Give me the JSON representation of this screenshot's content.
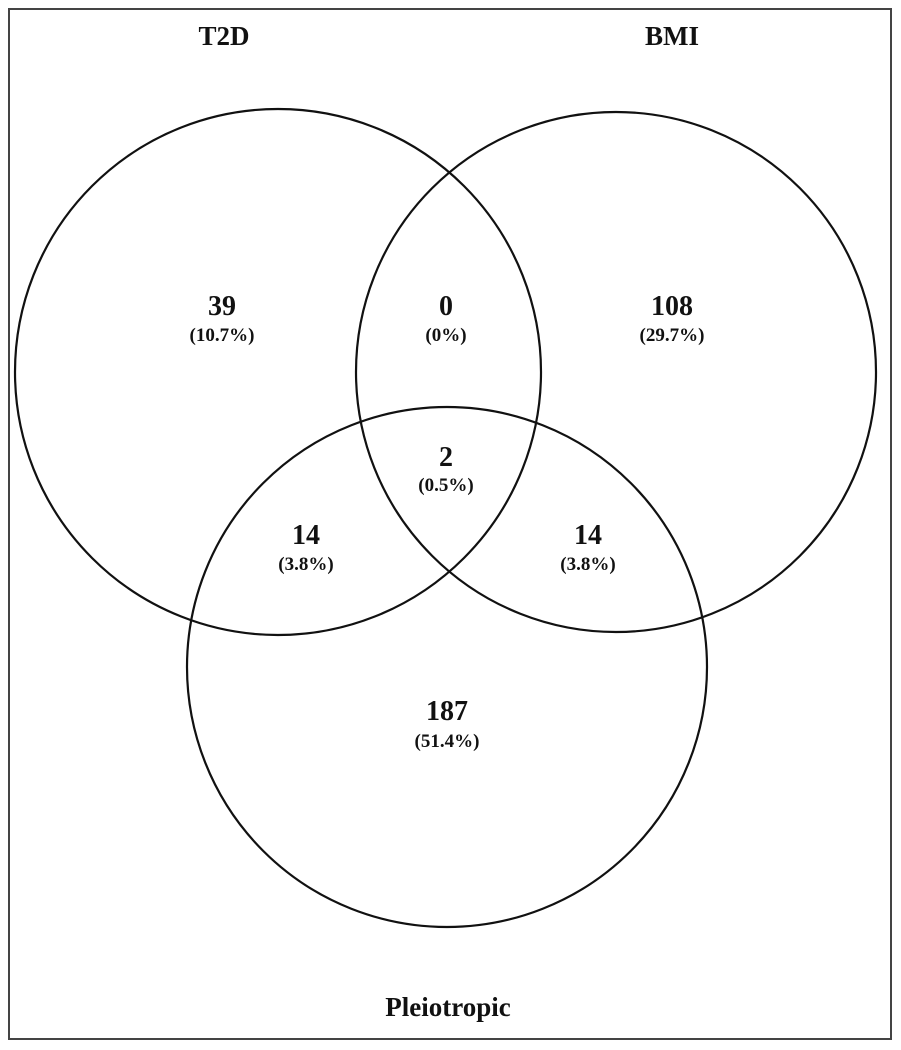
{
  "sets": {
    "t2d": "T2D",
    "bmi": "BMI",
    "pleiotropic": "Pleiotropic"
  },
  "regions": {
    "t2d_only": {
      "count": "39",
      "percent": "(10.7%)"
    },
    "t2d_bmi": {
      "count": "0",
      "percent": "(0%)"
    },
    "bmi_only": {
      "count": "108",
      "percent": "(29.7%)"
    },
    "all_three": {
      "count": "2",
      "percent": "(0.5%)"
    },
    "t2d_pleiotropic": {
      "count": "14",
      "percent": "(3.8%)"
    },
    "bmi_pleiotropic": {
      "count": "14",
      "percent": "(3.8%)"
    },
    "pleiotropic_only": {
      "count": "187",
      "percent": "(51.4%)"
    }
  }
}
